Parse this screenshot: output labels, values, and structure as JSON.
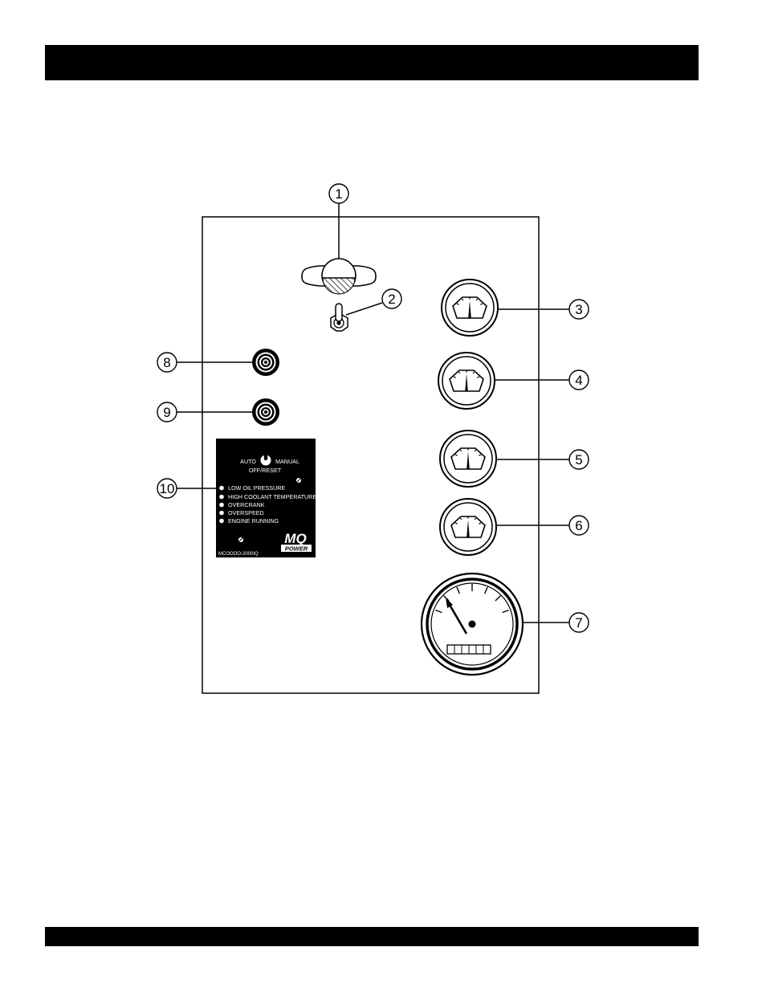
{
  "callouts": [
    "1",
    "2",
    "3",
    "4",
    "5",
    "6",
    "7",
    "8",
    "9",
    "10"
  ],
  "controller_module": {
    "mode_left": "AUTO",
    "mode_right": "MANUAL",
    "mode_bottom": "OFF/RESET",
    "indicators": [
      "LOW OIL PRESSURE",
      "HIGH COOLANT TEMPERATURE",
      "OVERCRANK",
      "OVERSPEED",
      "ENGINE RUNNING"
    ],
    "model_text": "MCOOOO-2000IQ",
    "logo_main": "MQ",
    "logo_sub": "POWER"
  },
  "colors": {
    "ink": "#000000",
    "paper": "#ffffff"
  },
  "icons": [
    "key-switch-icon",
    "toggle-switch-icon",
    "gauge-icon",
    "tachometer-icon",
    "push-button-icon",
    "mode-switch-icon"
  ]
}
